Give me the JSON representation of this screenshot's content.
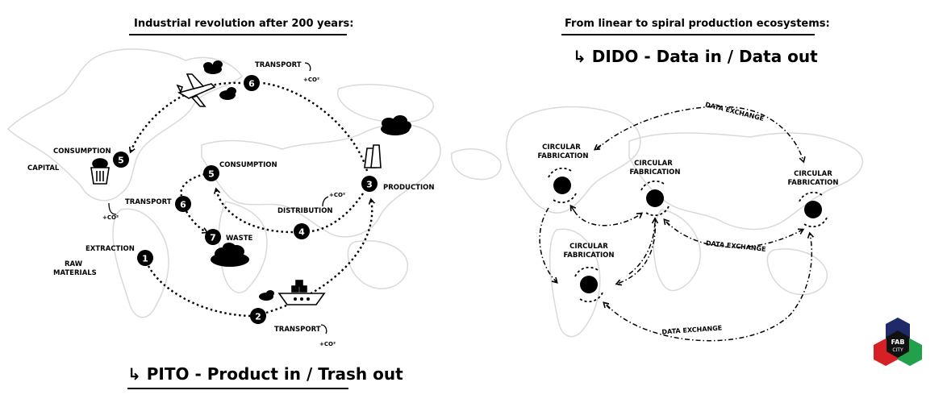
{
  "left": {
    "heading": "Industrial revolution after 200 years:",
    "model": "PITO - Product in / Trash out",
    "labels": {
      "consumption_left": "CONSUMPTION",
      "capital": "CAPITAL",
      "transport_top": "TRANSPORT",
      "co2_top": "+CO²",
      "consumption_inner": "CONSUMPTION",
      "transport_left": "TRANSPORT",
      "co2_left": "+CO²",
      "co2_mid": "+CO²",
      "distribution": "DISTRIBUTION",
      "production": "PRODUCTION",
      "waste": "WASTE",
      "extraction": "EXTRACTION",
      "raw1": "RAW",
      "raw2": "MATERIALS",
      "transport_bottom": "TRANSPORT",
      "co2_bottom": "+CO²"
    },
    "nodes": [
      "1",
      "2",
      "3",
      "4",
      "5",
      "5",
      "6",
      "6",
      "7"
    ]
  },
  "right": {
    "heading": "From linear to spiral production ecosystems:",
    "model": "DIDO - Data in / Data out",
    "circular1": "CIRCULAR",
    "fabrication": "FABRICATION",
    "data_exchange": "DATA EXCHANGE"
  },
  "logo": {
    "line1": "FAB",
    "line2": "CITY"
  }
}
